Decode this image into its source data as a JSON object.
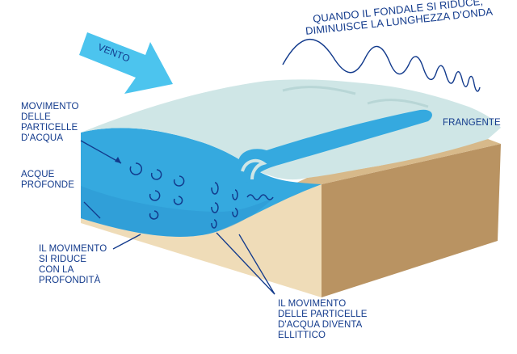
{
  "title": "QUANDO IL FONDALE SI RIDUCE,\nDIMINUISCE LA LUNGHEZZA D'ONDA",
  "labels": {
    "wind": "VENTO",
    "breaker": "FRANGENTE",
    "particle_motion": "MOVIMENTO\nDELLE\nPARTICELLE\nD'ACQUA",
    "deep_water": "ACQUE\nPROFONDE",
    "motion_decreases": "IL MOVIMENTO\nSI RIDUCE\nCON LA\nPROFONDITÀ",
    "elliptical": "IL MOVIMENTO\nDELLE PARTICELLE\nD'ACQUA DIVENTA\nELLITTICO"
  },
  "colors": {
    "water": "#35a9df",
    "water_deep": "#2c98d2",
    "water_surface": "#cfe6e6",
    "sand_front": "#efdcb8",
    "sand_top": "#d7b98a",
    "sand_side": "#b99362",
    "arrow": "#4cc4ee",
    "ink": "#123a8c"
  },
  "icons": [
    "wind-arrow-icon",
    "wavelength-squiggle-icon",
    "circular-orbit-icon",
    "elliptical-orbit-icon"
  ]
}
